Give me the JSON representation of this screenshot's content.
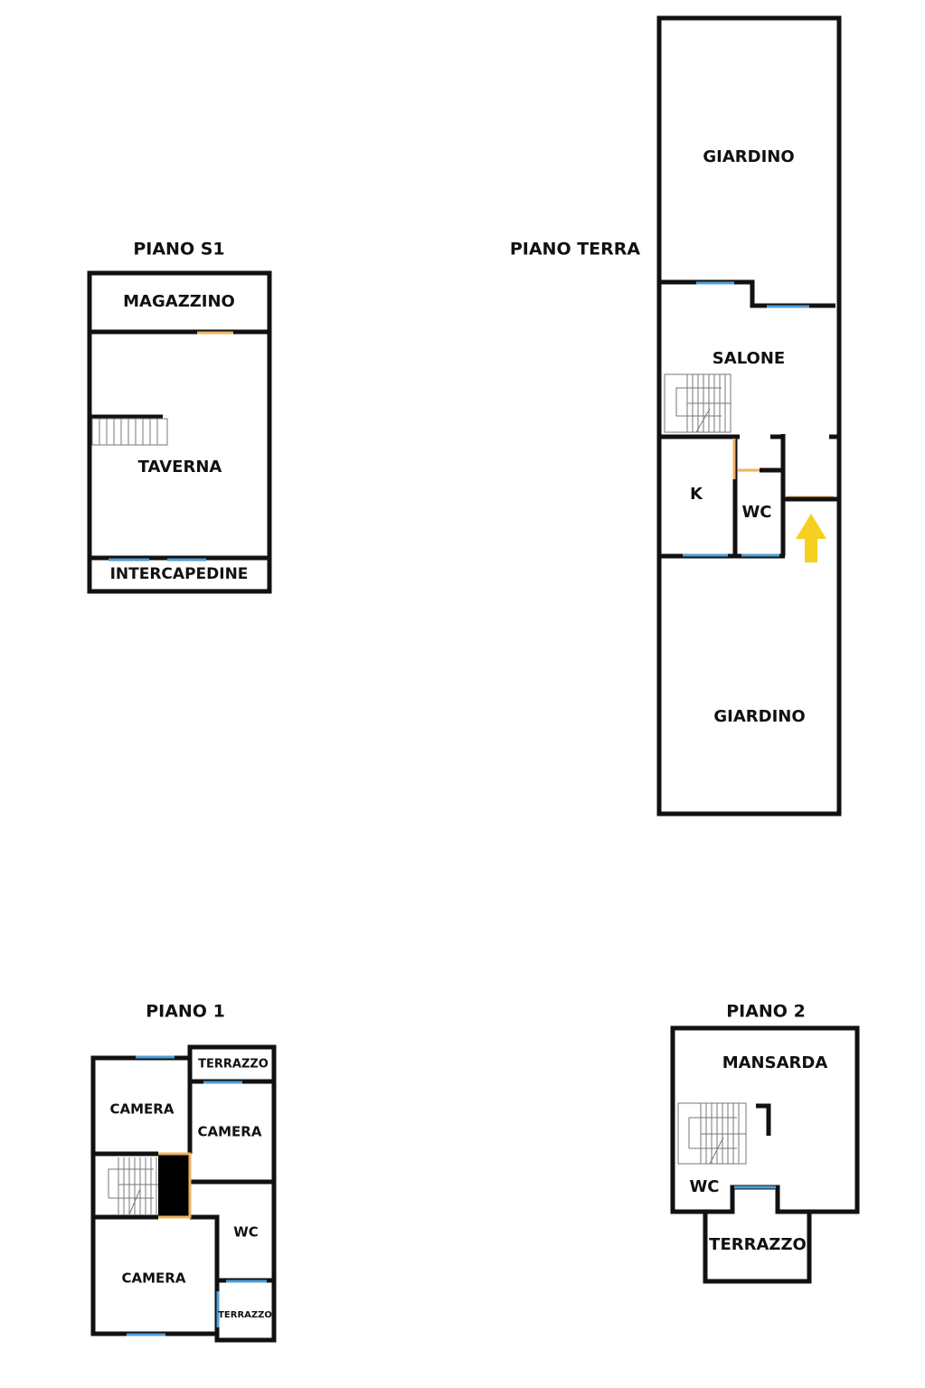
{
  "floors": {
    "s1": {
      "title": "PIANO S1",
      "rooms": [
        "MAGAZZINO",
        "TAVERNA",
        "INTERCAPEDINE"
      ]
    },
    "terra": {
      "title": "PIANO TERRA",
      "rooms": [
        "GIARDINO",
        "SALONE",
        "K",
        "WC",
        "GIARDINO"
      ]
    },
    "p1": {
      "title": "PIANO 1",
      "rooms": [
        "TERRAZZO",
        "CAMERA",
        "CAMERA",
        "WC",
        "CAMERA",
        "TERRAZZO"
      ]
    },
    "p2": {
      "title": "PIANO 2",
      "rooms": [
        "MANSARDA",
        "WC",
        "TERRAZZO"
      ]
    }
  },
  "colors": {
    "wall": "#111111",
    "window": "#4f9fd8",
    "door": "#f0b060",
    "entrance_arrow": "#f5d020"
  }
}
